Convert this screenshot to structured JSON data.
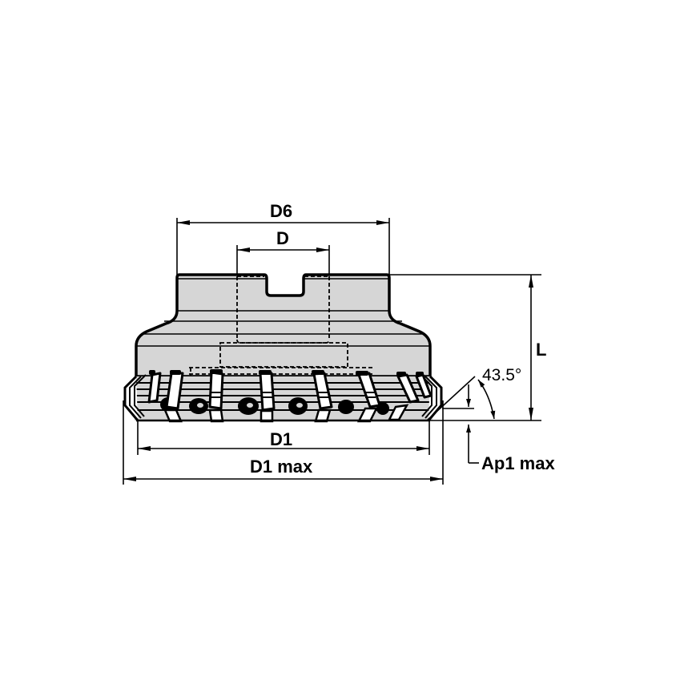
{
  "drawing": {
    "title": "Face mill cutter dimension drawing",
    "colors": {
      "body_fill": "#d6d6d6",
      "line": "#000000",
      "background": "#ffffff"
    },
    "dimensions": {
      "D6": {
        "label": "D6"
      },
      "D": {
        "label": "D"
      },
      "L": {
        "label": "L"
      },
      "D1": {
        "label": "D1"
      },
      "D1_max": {
        "label": "D1 max"
      },
      "Ap1_max": {
        "label": "Ap1 max"
      },
      "angle": {
        "label": "43.5°",
        "value_deg": 43.5
      }
    }
  }
}
